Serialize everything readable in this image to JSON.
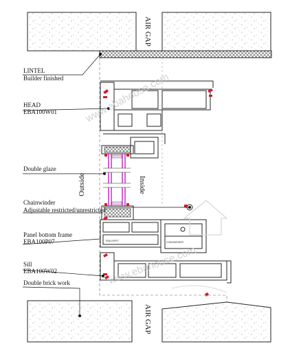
{
  "labels": {
    "air_gap_top": "AIR GAP",
    "air_gap_bottom": "AIR GAP",
    "outside": "Outside",
    "inside": "Inside",
    "lintel": "LINTEL",
    "lintel_sub": "Builder finished",
    "head": "HEAD",
    "head_code": "EBA100W01",
    "double_glaze": "Double glaze",
    "chainwinder": "Chainwinder",
    "chainwinder_sub": "Adjustable restricted/unrestricted",
    "panel_bottom": "Panel bottom frame",
    "panel_bottom_code": "EBA100P07",
    "sill": "Sill",
    "sill_code": "EBA100W02",
    "brick": "Double brick work"
  },
  "watermarks": {
    "top": "www.ebahouse.com",
    "bottom": "www.ebahouse.com"
  },
  "colors": {
    "line": "#222222",
    "seal": "#d01c2c",
    "glass": "#c020c0",
    "concrete_dot": "#9a9a9a",
    "hatch": "#444444"
  }
}
